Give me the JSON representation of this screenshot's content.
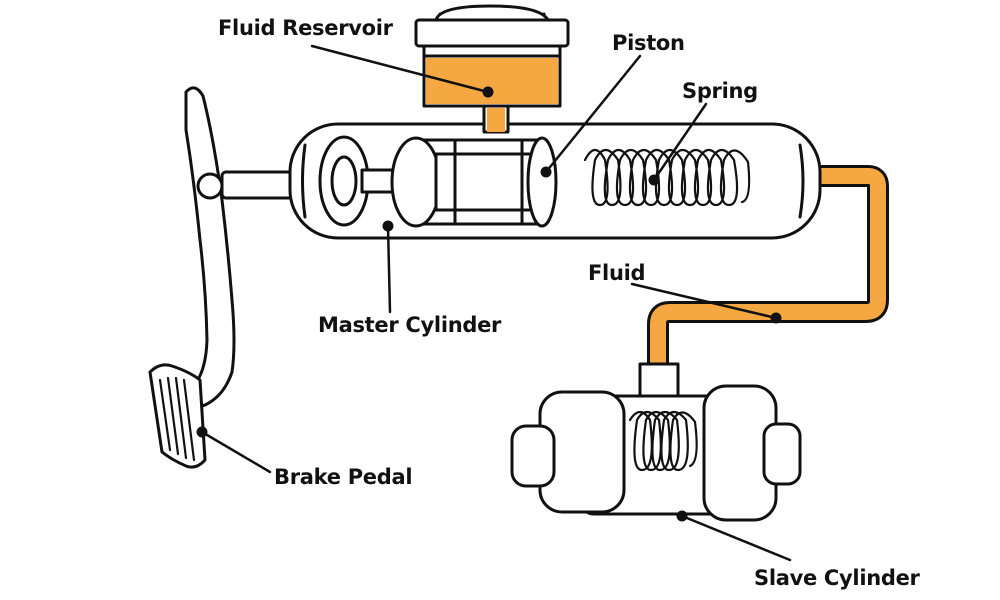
{
  "colors": {
    "fluid": "#F5A842",
    "outline": "#111111",
    "background": "#FFFFFF"
  },
  "labels": {
    "fluid_reservoir": "Fluid Reservoir",
    "piston": "Piston",
    "spring": "Spring",
    "fluid": "Fluid",
    "master_cylinder": "Master Cylinder",
    "brake_pedal": "Brake Pedal",
    "slave_cylinder": "Slave Cylinder"
  }
}
